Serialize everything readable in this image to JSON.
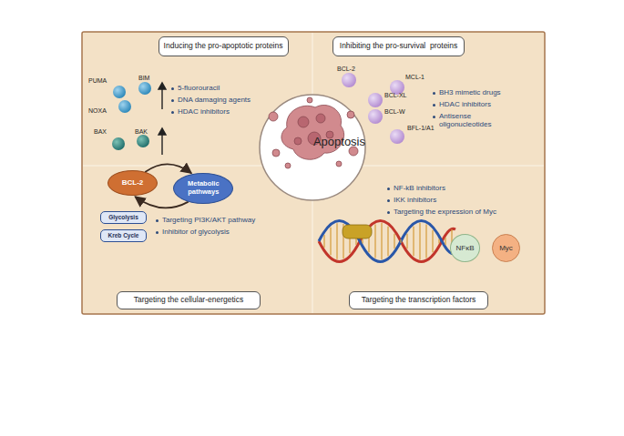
{
  "diagram": {
    "nodes": [
      {
        "text": [
          "Inducing the pro-apoptotic proteins"
        ]
      },
      {
        "text": [
          "Inhibiting the pro-survival  proteins"
        ]
      },
      {
        "text": [
          "Apoptosis"
        ]
      },
      {
        "text": [
          "BCL-2"
        ]
      },
      {
        "text": [
          "Metabolic pathways"
        ]
      },
      {
        "text": [
          "Glycolysis"
        ]
      },
      {
        "text": [
          "Kreb Cycle"
        ]
      },
      {
        "text": [
          "NFκB"
        ]
      },
      {
        "text": [
          "Myc"
        ]
      },
      {
        "text": [
          "Targeting the cellular-energetics"
        ]
      },
      {
        "text": [
          "Targeting the transcription factors"
        ]
      }
    ],
    "edges": [
      {
        "from": 3,
        "to": 4,
        "arrow": "to"
      },
      {
        "from": 4,
        "to": 3,
        "arrow": "to"
      }
    ],
    "labels": [
      "PUMA",
      "BIM",
      "NOXA",
      "BAX",
      "BAK",
      "5-fluorouracil",
      "DNA damaging agents",
      "HDAC inhibitors",
      "BCL-2",
      "MCL-1",
      "BCL-XL",
      "BCL-W",
      "BFL-1/A1",
      "BH3 mimetic drugs",
      "HDAC inhibitors",
      "Antisense oligonucleotides",
      "Targeting PI3K/AKT pathway",
      "Inhibitor of glycolysis",
      "NF-kB inhibitors",
      "IKK inhibitors",
      "Targeting the expression of Myc"
    ]
  }
}
